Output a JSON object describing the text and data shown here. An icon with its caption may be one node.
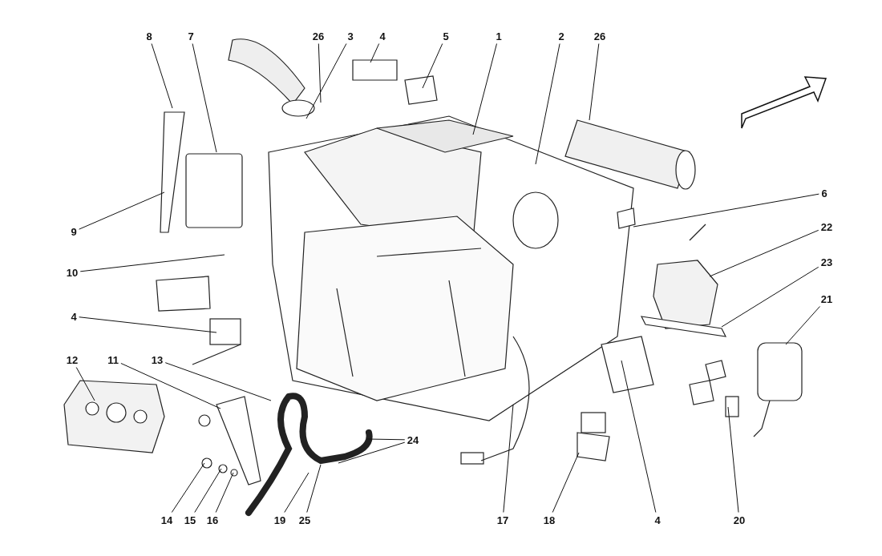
{
  "diagram": {
    "nodes": [
      {
        "text": [
          "8"
        ]
      },
      {
        "text": [
          "7"
        ]
      },
      {
        "text": [
          "26"
        ]
      },
      {
        "text": [
          "3"
        ]
      },
      {
        "text": [
          "4"
        ]
      },
      {
        "text": [
          "5"
        ]
      },
      {
        "text": [
          "1"
        ]
      },
      {
        "text": [
          "2"
        ]
      },
      {
        "text": [
          "26"
        ]
      },
      {
        "text": [
          "6"
        ]
      },
      {
        "text": [
          "9"
        ]
      },
      {
        "text": [
          "22"
        ]
      },
      {
        "text": [
          "10"
        ]
      },
      {
        "text": [
          "23"
        ]
      },
      {
        "text": [
          "21"
        ]
      },
      {
        "text": [
          "4"
        ]
      },
      {
        "text": [
          "12"
        ]
      },
      {
        "text": [
          "11"
        ]
      },
      {
        "text": [
          "13"
        ]
      },
      {
        "text": [
          "24"
        ]
      },
      {
        "text": [
          "14"
        ]
      },
      {
        "text": [
          "15"
        ]
      },
      {
        "text": [
          "16"
        ]
      },
      {
        "text": [
          "19"
        ]
      },
      {
        "text": [
          "25"
        ]
      },
      {
        "text": [
          "17"
        ]
      },
      {
        "text": [
          "18"
        ]
      },
      {
        "text": [
          "4"
        ]
      },
      {
        "text": [
          "20"
        ]
      }
    ],
    "edges": [
      {
        "from": 0,
        "to": null,
        "arrow": "none"
      },
      {
        "from": 1,
        "to": null,
        "arrow": "none"
      },
      {
        "from": 2,
        "to": null,
        "arrow": "none"
      },
      {
        "from": 3,
        "to": null,
        "arrow": "none"
      },
      {
        "from": 4,
        "to": null,
        "arrow": "none"
      },
      {
        "from": 5,
        "to": null,
        "arrow": "none"
      },
      {
        "from": 6,
        "to": null,
        "arrow": "none"
      },
      {
        "from": 7,
        "to": null,
        "arrow": "none"
      },
      {
        "from": 8,
        "to": null,
        "arrow": "none"
      },
      {
        "from": 9,
        "to": null,
        "arrow": "none"
      },
      {
        "from": 10,
        "to": null,
        "arrow": "none"
      },
      {
        "from": 11,
        "to": null,
        "arrow": "none"
      },
      {
        "from": 12,
        "to": null,
        "arrow": "none"
      },
      {
        "from": 13,
        "to": null,
        "arrow": "none"
      },
      {
        "from": 14,
        "to": null,
        "arrow": "none"
      },
      {
        "from": 15,
        "to": null,
        "arrow": "none"
      },
      {
        "from": 16,
        "to": null,
        "arrow": "none"
      },
      {
        "from": 17,
        "to": null,
        "arrow": "none"
      },
      {
        "from": 18,
        "to": null,
        "arrow": "none"
      },
      {
        "from": 19,
        "to": null,
        "arrow": "none"
      },
      {
        "from": 19,
        "to": null,
        "arrow": "none"
      },
      {
        "from": 20,
        "to": null,
        "arrow": "none"
      },
      {
        "from": 21,
        "to": null,
        "arrow": "none"
      },
      {
        "from": 22,
        "to": null,
        "arrow": "none"
      },
      {
        "from": 23,
        "to": null,
        "arrow": "none"
      },
      {
        "from": 24,
        "to": null,
        "arrow": "none"
      },
      {
        "from": 25,
        "to": null,
        "arrow": "none"
      },
      {
        "from": 26,
        "to": null,
        "arrow": "none"
      },
      {
        "from": 27,
        "to": null,
        "arrow": "none"
      },
      {
        "from": 28,
        "to": null,
        "arrow": "none"
      }
    ]
  }
}
